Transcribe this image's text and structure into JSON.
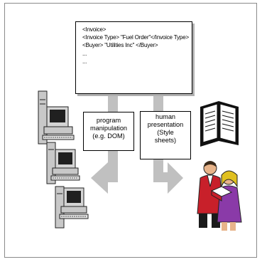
{
  "document": {
    "lines": [
      "<Invoice>",
      "<Invoice Type> \"Fuel Order\"</Invoice Type>",
      "<Buyer> \"Utilities Inc\" </Buyer>",
      "...",
      "..."
    ]
  },
  "left_box": {
    "lines": [
      "program",
      "manipulation",
      "(e.g. DOM)"
    ]
  },
  "right_box": {
    "lines": [
      "human",
      "presentation",
      "(Style",
      "sheets)"
    ]
  },
  "colors": {
    "arrow": "#c0c0c0",
    "border": "#000000",
    "frame": "#8a8a8a",
    "computer_body": "#c8c8c8",
    "screen": "#202020",
    "book_cover": "#111111",
    "person_red": "#c8202a",
    "person_purple": "#8a3aa8",
    "skin": "#e8b48a"
  },
  "icons": [
    "computer-stack-icon",
    "open-book-icon",
    "people-reading-icon"
  ]
}
